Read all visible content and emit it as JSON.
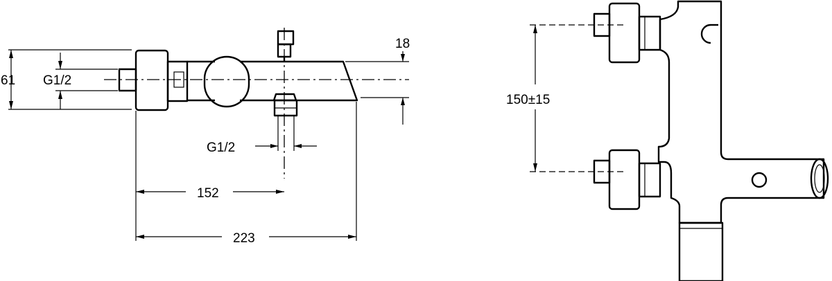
{
  "side_view": {
    "dimensions": {
      "height": "61",
      "inlet_thread": "G1/2",
      "spout_height": "18",
      "outlet_thread": "G1/2",
      "outlet_distance": "152",
      "overall_length": "223"
    }
  },
  "front_view": {
    "dimensions": {
      "inlet_spacing": "150±15"
    }
  },
  "colors": {
    "ink": "#000000",
    "paper": "#ffffff"
  }
}
